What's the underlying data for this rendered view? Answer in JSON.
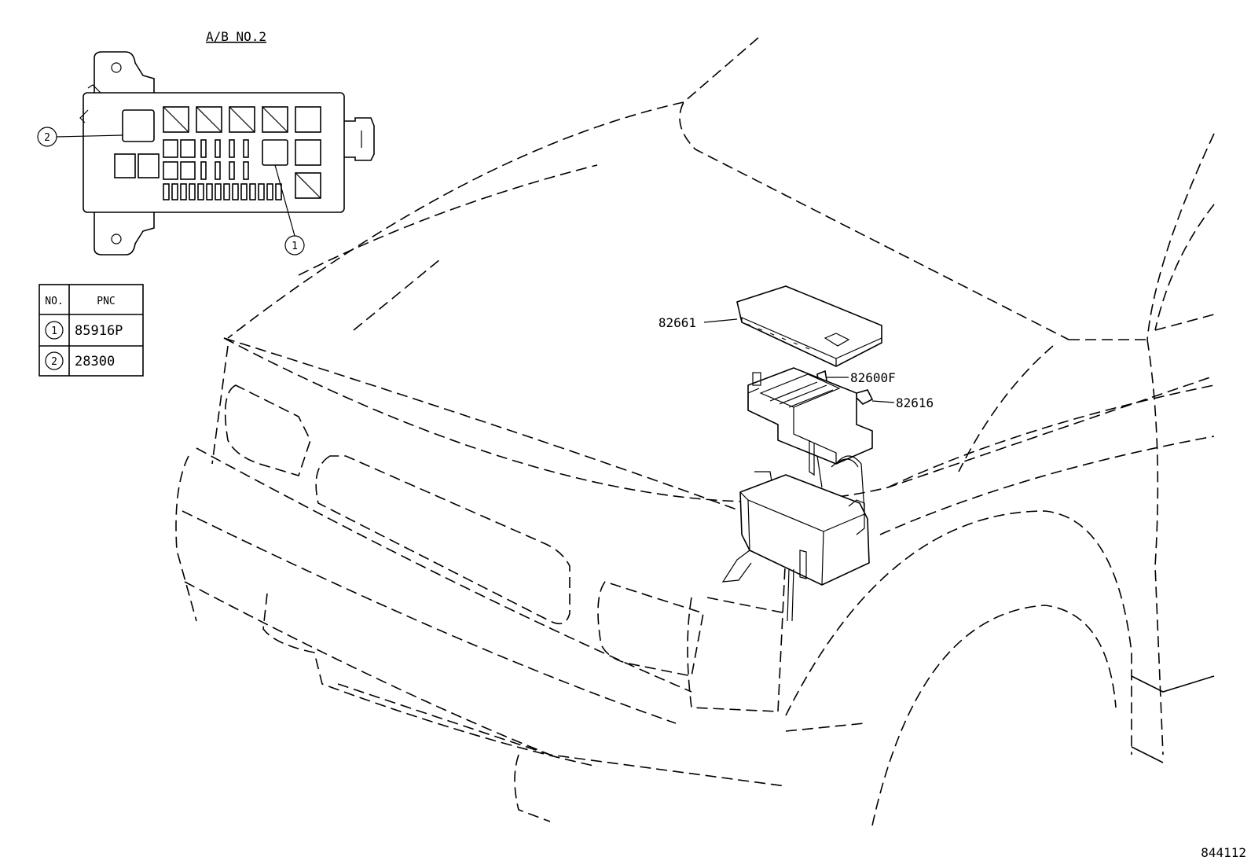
{
  "diagram": {
    "relay_block_title": "A/B NO.2",
    "callouts": [
      "1",
      "2"
    ],
    "table": {
      "headers": [
        "NO.",
        "PNC"
      ],
      "rows": [
        {
          "no": "1",
          "pnc": "85916P"
        },
        {
          "no": "2",
          "pnc": "28300"
        }
      ]
    },
    "part_labels": {
      "cover": "82661",
      "fuse": "82600F",
      "clip": "82616"
    },
    "figure_number": "844112"
  }
}
